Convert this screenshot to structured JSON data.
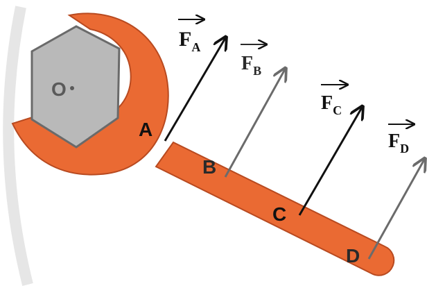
{
  "diagram": {
    "nut_label": "O",
    "points": {
      "a": "A",
      "b": "B",
      "c": "C",
      "d": "D"
    },
    "forces": {
      "a": {
        "symbol": "F",
        "subscript": "A"
      },
      "b": {
        "symbol": "F",
        "subscript": "B"
      },
      "c": {
        "symbol": "F",
        "subscript": "C"
      },
      "d": {
        "symbol": "F",
        "subscript": "D"
      }
    },
    "colors": {
      "wrench": "#ea6a33",
      "wrench_outline": "#b84a20",
      "nut": "#b9b9b9",
      "nut_outline": "#6a6a6a",
      "force_dark": "#111111",
      "force_gray": "#6b6b6b"
    }
  }
}
